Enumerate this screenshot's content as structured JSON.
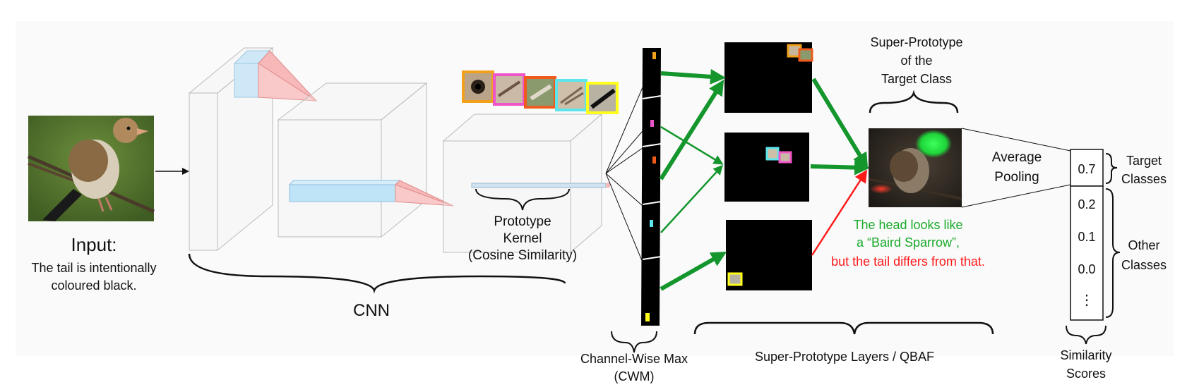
{
  "input": {
    "title": "Input:",
    "caption_line1": "The tail is intentionally",
    "caption_line2": "coloured black."
  },
  "cnn": {
    "label": "CNN"
  },
  "prototype_kernel": {
    "line1": "Prototype",
    "line2": "Kernel",
    "line3": "(Cosine Similarity)",
    "patch_colors": [
      "#f2a11c",
      "#ee55c8",
      "#f05a1c",
      "#5ce6ec",
      "#ffff1a"
    ]
  },
  "cwm": {
    "line1": "Channel-Wise Max",
    "line2": "(CWM)"
  },
  "layers": {
    "label": "Super-Prototype Layers / QBAF"
  },
  "target_proto": {
    "line1": "Super-Prototype",
    "line2": "of the",
    "line3": "Target Class"
  },
  "pooling": {
    "line1": "Average",
    "line2": "Pooling"
  },
  "explanation": {
    "line1": "The head looks like",
    "line2": "a “Baird Sparrow”,",
    "line3": "but the tail differs from that."
  },
  "scores": {
    "target_value": "0.7",
    "other_values": [
      "0.2",
      "0.1",
      "0.0"
    ],
    "ellipsis": "⋮",
    "target_label1": "Target",
    "target_label2": "Classes",
    "other_label1": "Other",
    "other_label2": "Classes",
    "footer1": "Similarity",
    "footer2": "Scores"
  },
  "colors": {
    "arrow_green": "#14962d",
    "arrow_red": "#ff1a1a",
    "explain_green": "#1aaa2a",
    "explain_red": "#ff1a1a",
    "feature_blue": "#bfe3f7",
    "receptive_pink": "#f6b8b8"
  }
}
